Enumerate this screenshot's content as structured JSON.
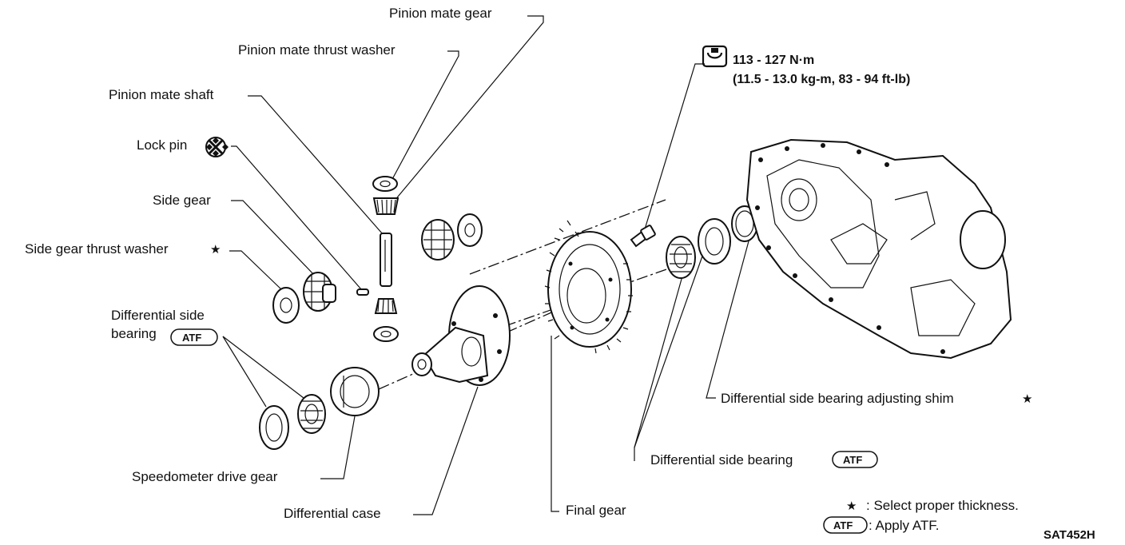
{
  "labels": {
    "pinion_mate_gear": "Pinion mate gear",
    "pinion_mate_thrust_washer": "Pinion mate thrust washer",
    "pinion_mate_shaft": "Pinion mate shaft",
    "lock_pin": "Lock pin",
    "side_gear": "Side gear",
    "side_gear_thrust_washer": "Side gear thrust washer",
    "diff_side_bearing_left_line1": "Differential side",
    "diff_side_bearing_left_line2": "bearing",
    "speedometer_drive_gear": "Speedometer drive gear",
    "differential_case": "Differential case",
    "final_gear": "Final gear",
    "diff_side_bearing_right": "Differential side bearing",
    "adjusting_shim": "Differential side bearing adjusting shim"
  },
  "torque": {
    "line1": "113 - 127 N·m",
    "line2": "(11.5 - 13.0 kg-m, 83 - 94 ft-lb)"
  },
  "badges": {
    "atf": "ATF"
  },
  "symbols": {
    "star": "★",
    "lock_pin_icon": "do-not-reuse-icon",
    "torque_icon": "torque-wrench-icon"
  },
  "legend": {
    "star_text": ": Select proper thickness.",
    "atf_text": ": Apply ATF."
  },
  "figure_code": "SAT452H"
}
